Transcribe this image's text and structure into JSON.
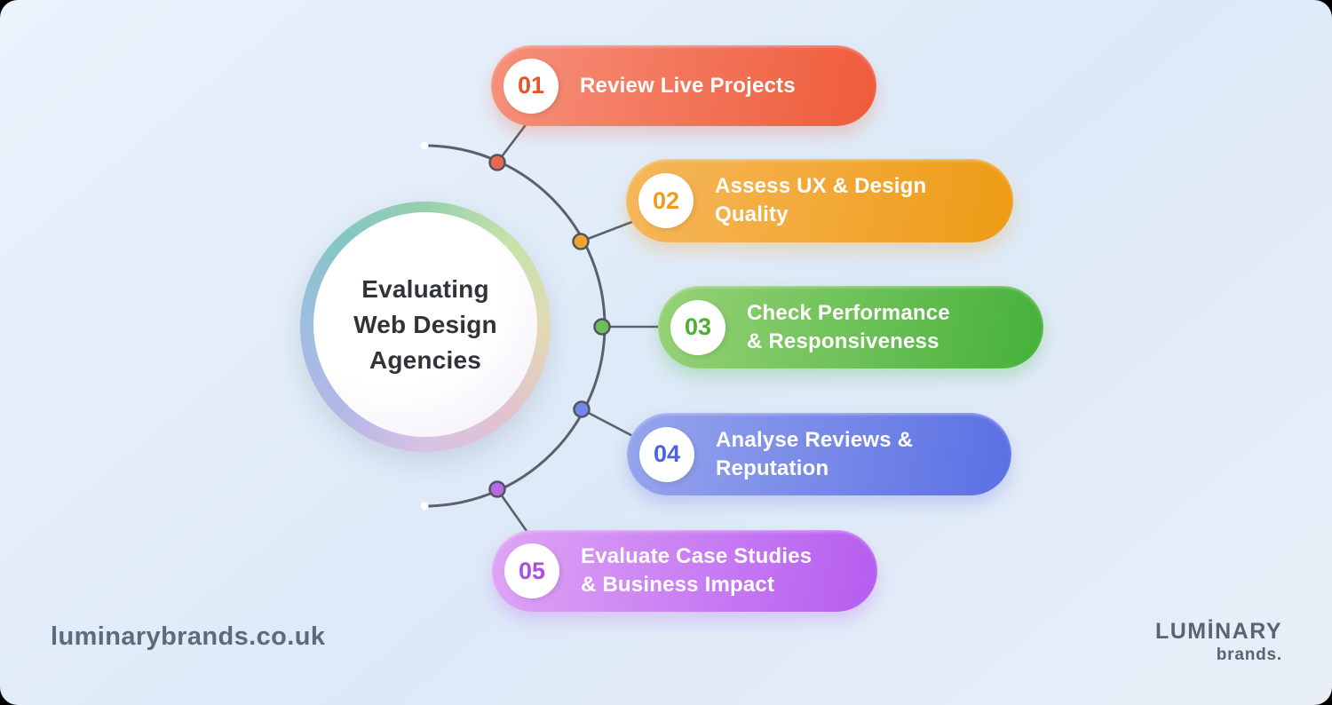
{
  "title": {
    "lines": [
      "Evaluating",
      "Web Design",
      "Agencies"
    ]
  },
  "steps": [
    {
      "num": "01",
      "label": "Review Live Projects",
      "color_start": "#f6907b",
      "color_end": "#ef5b3a",
      "number_color": "#e65425",
      "dot_color": "#e96a50"
    },
    {
      "num": "02",
      "label": "Assess UX & Design\nQuality",
      "color_start": "#f6b75b",
      "color_end": "#ee9b15",
      "number_color": "#ee9d1a",
      "dot_color": "#f0a42e"
    },
    {
      "num": "03",
      "label": "Check Performance\n& Responsiveness",
      "color_start": "#97d277",
      "color_end": "#45b13a",
      "number_color": "#4fae33",
      "dot_color": "#6cbf52"
    },
    {
      "num": "04",
      "label": "Analyse Reviews &\nReputation",
      "color_start": "#97a5ec",
      "color_end": "#5a6fe4",
      "number_color": "#4a63de",
      "dot_color": "#7287e8"
    },
    {
      "num": "05",
      "label": "Evaluate Case Studies\n& Business Impact",
      "color_start": "#dfa5f5",
      "color_end": "#b55cf0",
      "number_color": "#ab4fe3",
      "dot_color": "#b76ae6"
    }
  ],
  "footer": {
    "website": "luminarybrands.co.uk",
    "brand_name": "LUMİNARY",
    "brand_suffix": "brands."
  },
  "colors": {
    "background": "#e3edf8",
    "connector": "#5a606c",
    "hub_text": "#303438"
  }
}
